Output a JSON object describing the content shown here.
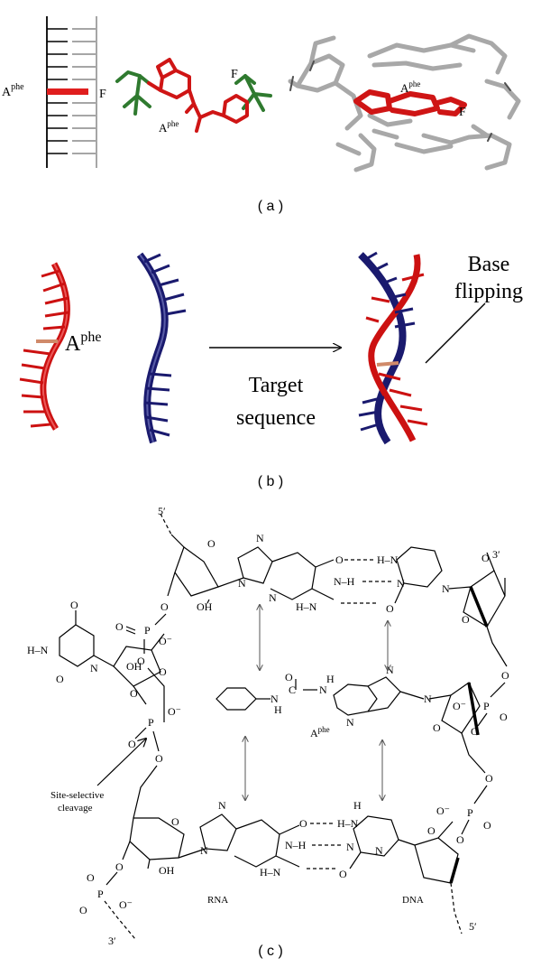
{
  "panel_a": {
    "label": "( a )",
    "ladder_base": "A",
    "ladder_sup": "phe",
    "ladder_partner": "F",
    "struct_base": "A",
    "struct_sup": "phe",
    "struct_partner": "F",
    "model_base": "A",
    "model_sup": "phe",
    "model_partner": "F"
  },
  "panel_b": {
    "label": "( b )",
    "strand_base": "A",
    "strand_sup": "phe",
    "arrow_line1": "Target",
    "arrow_line2": "sequence",
    "flip_line1": "Base",
    "flip_line2": "flipping"
  },
  "panel_c": {
    "label": "( c )",
    "top_5prime": "5′",
    "top_3prime": "3′",
    "bottom_3prime": "3′",
    "bottom_5prime": "5′",
    "rna_label": "RNA",
    "dna_label": "DNA",
    "cleavage_line1": "Site-selective",
    "cleavage_line2": "cleavage",
    "aphe_base": "A",
    "aphe_sup": "phe",
    "atoms": {
      "N": "N",
      "O": "O",
      "H": "H",
      "C": "C",
      "P": "P",
      "OH": "OH",
      "Ominus": "O⁻",
      "NH": "N–H",
      "HN": "H–N"
    }
  },
  "colors": {
    "aphe_red": "#d11414",
    "partner_green": "#2f7a2f",
    "rna_strand": "#cc1111",
    "dna_strand": "#1a1a6e",
    "model_grey": "#bdbdbd"
  }
}
